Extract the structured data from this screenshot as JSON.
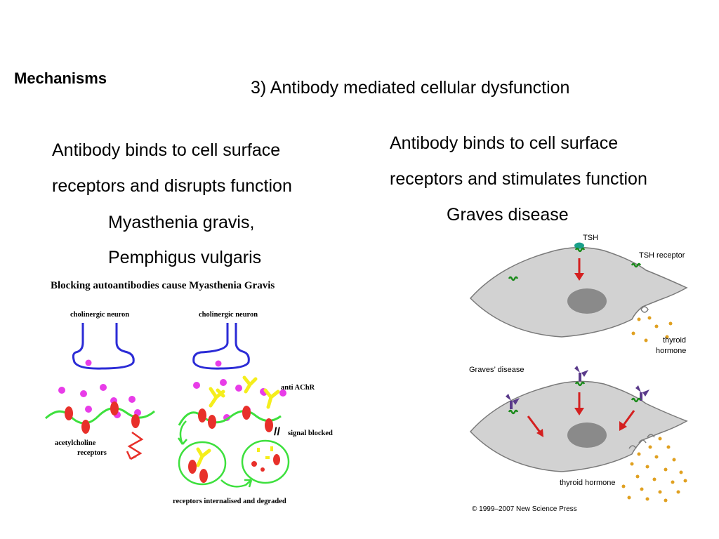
{
  "slide": {
    "heading": "Mechanisms",
    "subtitle": "3) Antibody mediated cellular dysfunction"
  },
  "left_text": {
    "line1": "Antibody binds to cell surface",
    "line2": "receptors and disrupts function",
    "disease1": "Myasthenia gravis,",
    "disease2": "Pemphigus vulgaris"
  },
  "right_text": {
    "line1": "Antibody binds to cell surface",
    "line2": "receptors and stimulates function",
    "disease": "Graves disease"
  },
  "left_figure": {
    "title": "Blocking autoantibodies cause Myasthenia Gravis",
    "neuron_label_1": "cholinergic neuron",
    "neuron_label_2": "cholinergic neuron",
    "receptor_label_1": "acetylcholine",
    "receptor_label_2": "receptors",
    "antibody_label": "anti AChR",
    "signal_label": "signal blocked",
    "degraded_label": "receptors internalised and degraded",
    "block_symbol": "//"
  },
  "right_figure": {
    "tsh_label": "TSH",
    "receptor_label": "TSH receptor",
    "hormone_label_1": "thyroid",
    "hormone_label_2": "hormone",
    "graves_label": "Graves’ disease",
    "hormone_label_full": "thyroid hormone",
    "copyright": "© 1999–2007 New Science Press"
  },
  "colors": {
    "neuron": "#2b2bd6",
    "vesicle": "#e83ce8",
    "receptor": "#e8302a",
    "antibody": "#f5ee1c",
    "membrane": "#3de03d",
    "cell_fill": "#d2d2d2",
    "nucleus": "#8a8a8a",
    "tsh": "#1aa08a",
    "hormone_dot": "#e0a020",
    "arrow": "#d42020",
    "graves_antibody": "#5a3a8a"
  }
}
